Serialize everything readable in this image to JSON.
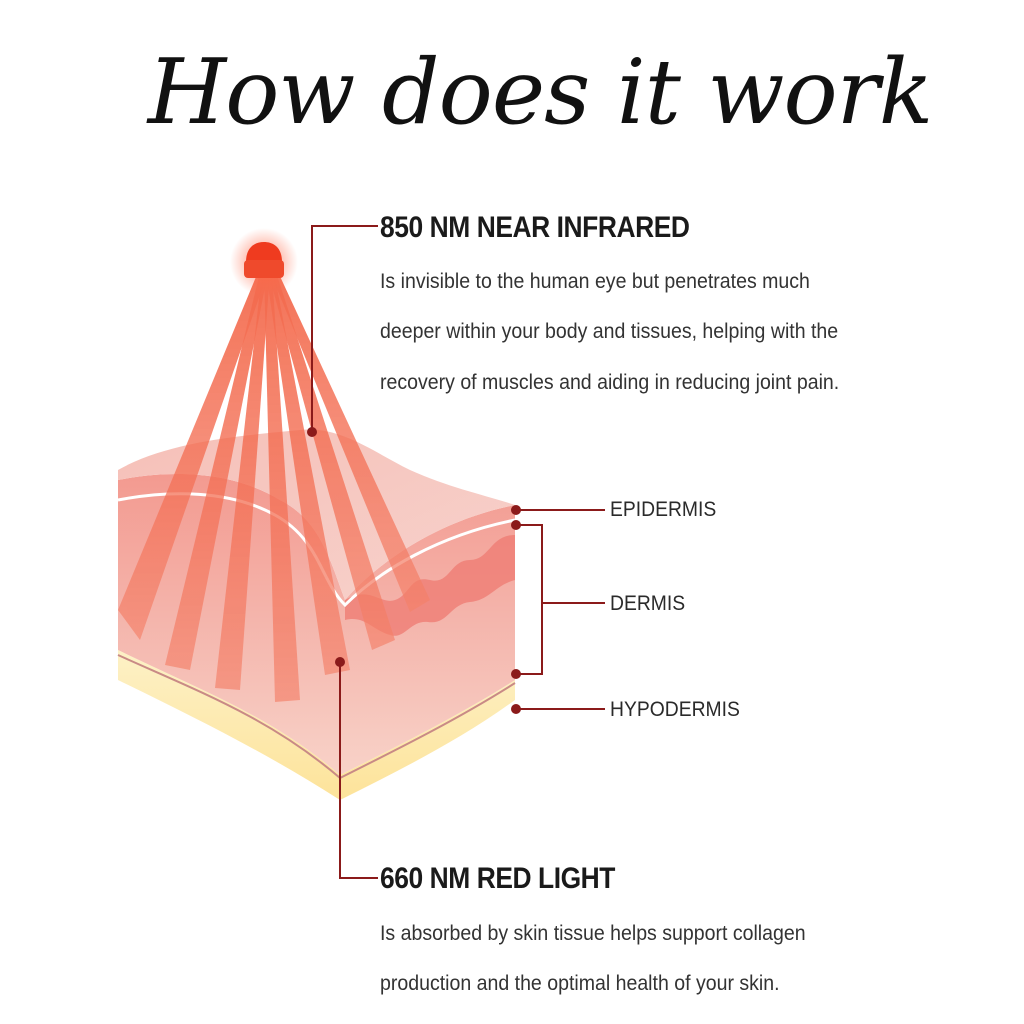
{
  "title": "How does it work",
  "infrared": {
    "heading": "850 NM NEAR INFRARED",
    "lines": [
      "Is invisible to the human eye but penetrates much",
      "deeper within your body and tissues, helping with the",
      "recovery of muscles and aiding in reducing joint pain."
    ]
  },
  "red_light": {
    "heading": "660 NM RED LIGHT",
    "lines": [
      "Is absorbed by skin tissue helps support collagen",
      "production and the optimal health of your skin."
    ]
  },
  "layers": {
    "epidermis": "EPIDERMIS",
    "dermis": "DERMIS",
    "hypodermis": "HYPODERMIS"
  },
  "colors": {
    "callout_line": "#8b1a1a",
    "beam": "#f26a4f",
    "skin_top": "#f7b9b0",
    "skin_dermis": "#f0a39a",
    "hypodermis": "#fbe6a8",
    "light_source": "#ef3b1f"
  }
}
